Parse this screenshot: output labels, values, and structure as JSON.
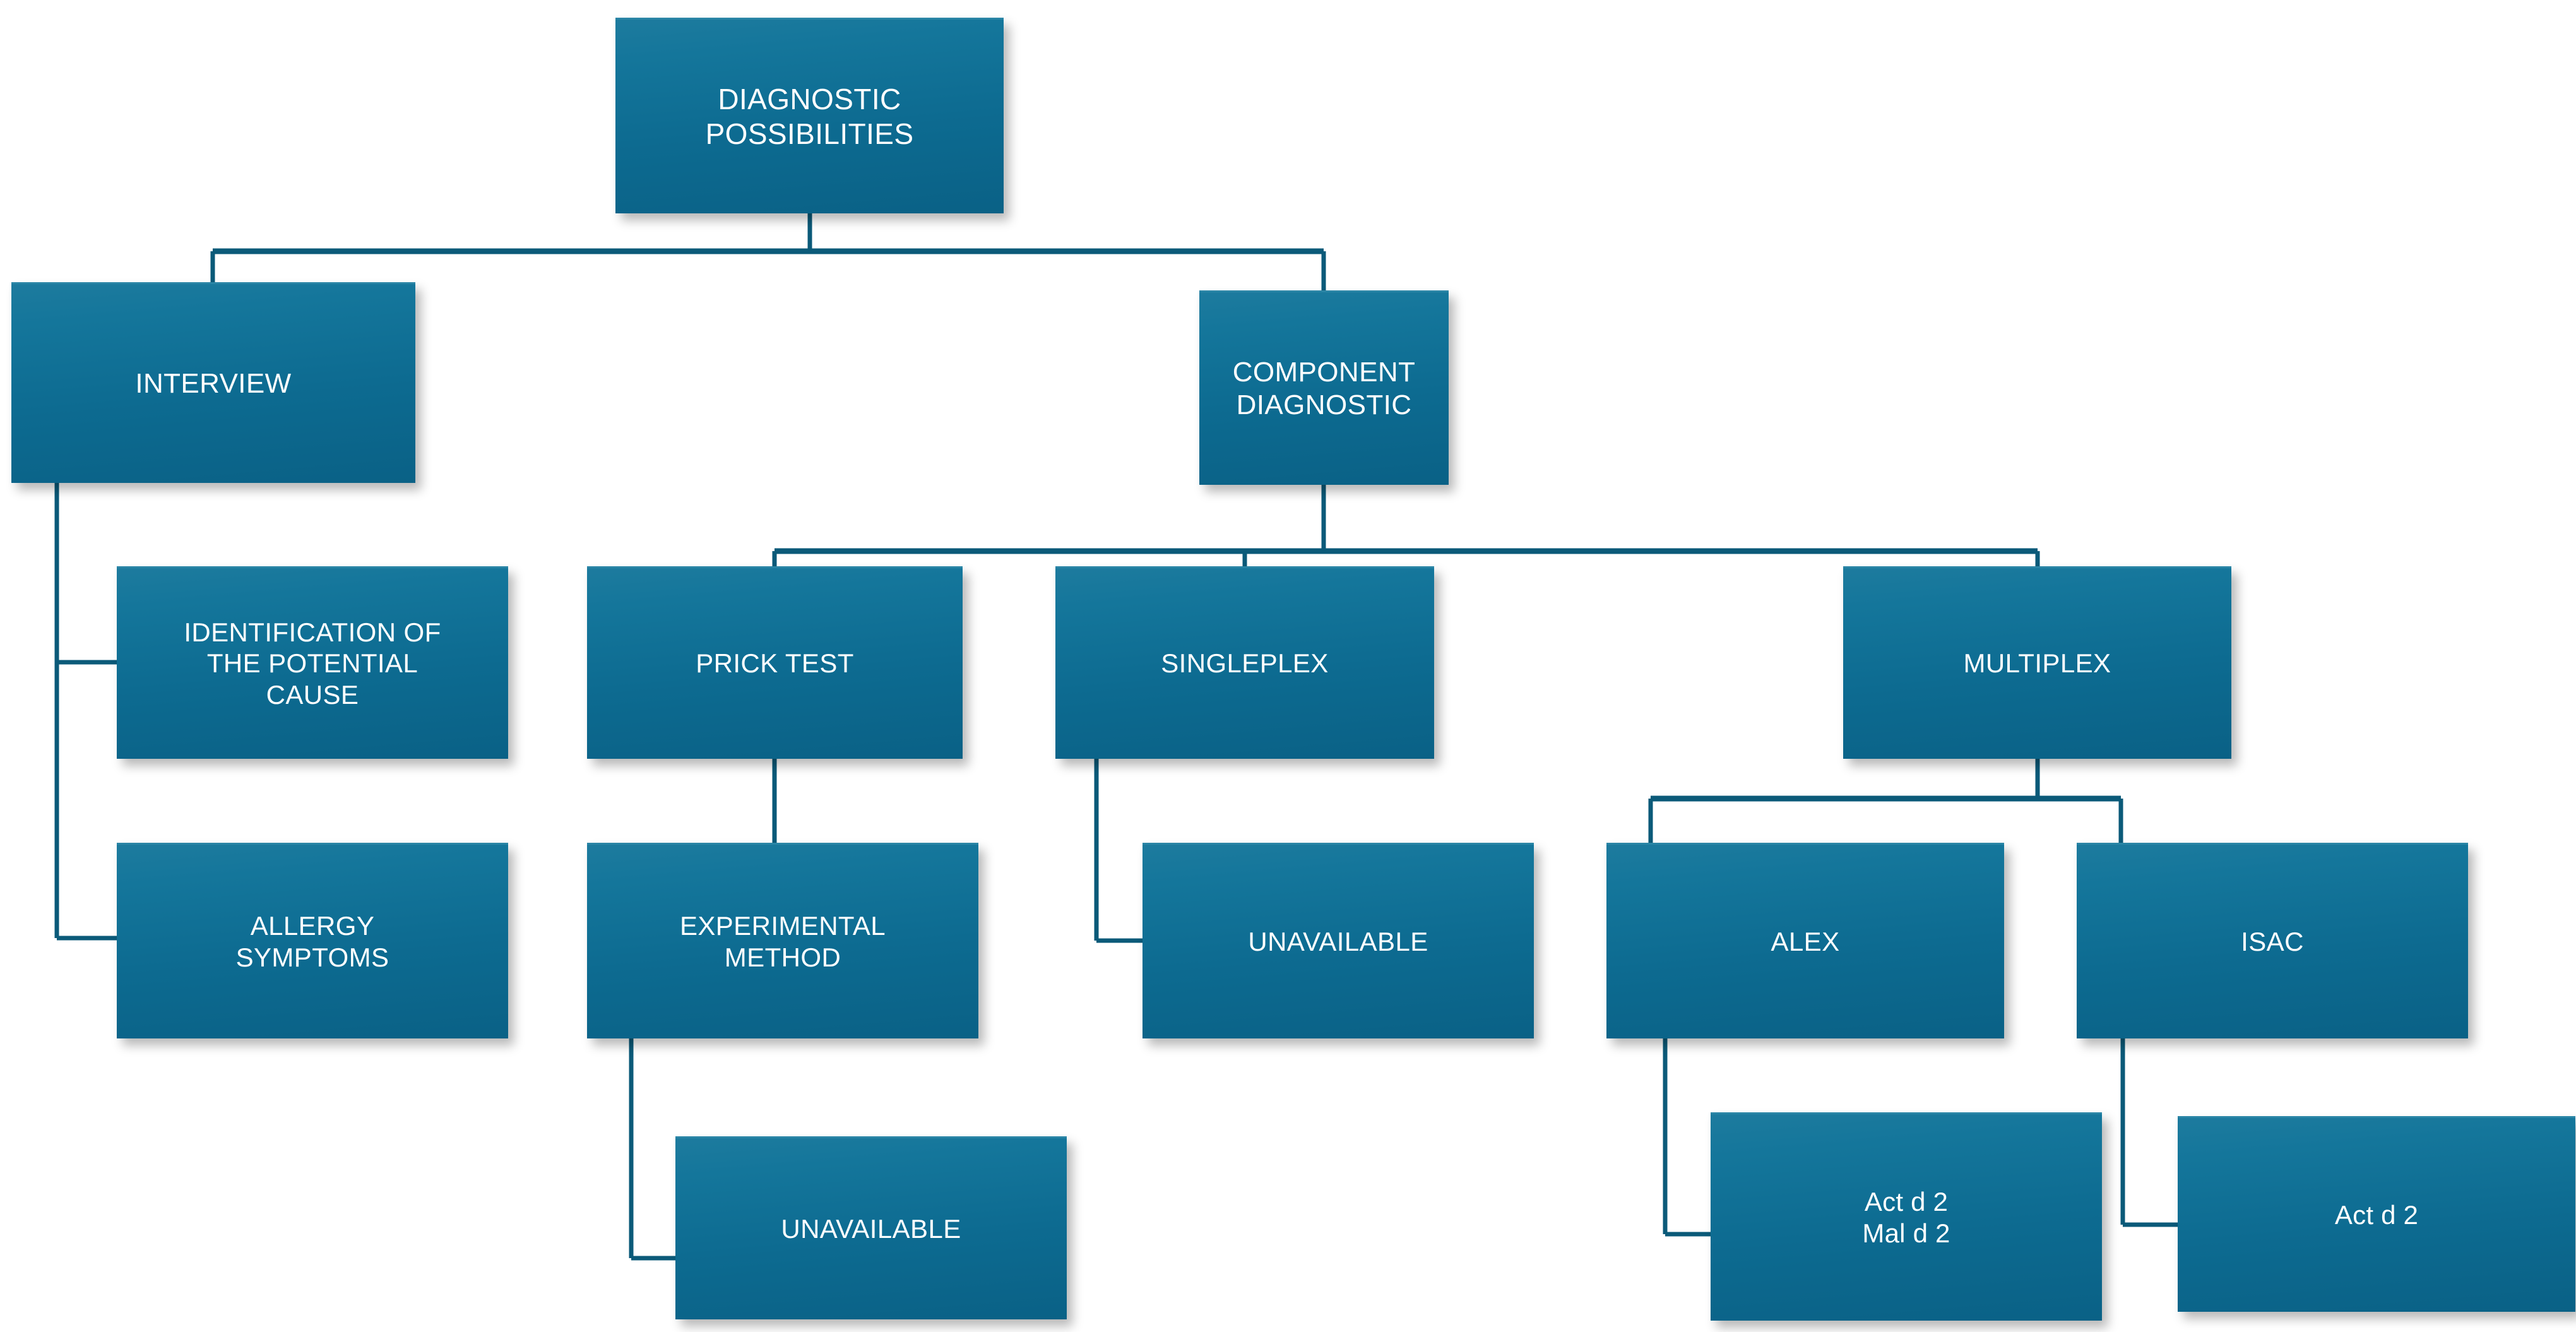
{
  "diagram": {
    "title": "Diagnostic possibilities tree",
    "accent_color": "#0d6b91",
    "accent_color_top": "#1d7b9e",
    "connector_color": "#0b5a79",
    "text_color": "#ffffff",
    "background_color": "#ffffff",
    "orientation": "top-down hierarchical tree"
  },
  "nodes": {
    "root": {
      "id": "diagnostic-possibilities",
      "label": "DIAGNOSTIC\nPOSSIBILITIES",
      "level": 1
    },
    "interview": {
      "id": "interview",
      "label": "INTERVIEW",
      "level": 2
    },
    "component": {
      "id": "component-diagnostic",
      "label": "COMPONENT\nDIAGNOSTIC",
      "level": 2
    },
    "identification": {
      "id": "identification-of-the-potential-cause",
      "label": "IDENTIFICATION OF\nTHE POTENTIAL\nCAUSE",
      "level": 3
    },
    "prick": {
      "id": "prick-test",
      "label": "PRICK TEST",
      "level": 3
    },
    "singleplex": {
      "id": "singleplex",
      "label": "SINGLEPLEX",
      "level": 3
    },
    "multiplex": {
      "id": "multiplex",
      "label": "MULTIPLEX",
      "level": 3
    },
    "allergy": {
      "id": "allergy-symptoms",
      "label": "ALLERGY\nSYMPTOMS",
      "level": 4
    },
    "experimental": {
      "id": "experimental-method",
      "label": "EXPERIMENTAL\nMETHOD",
      "level": 4
    },
    "unavailable_singleplex": {
      "id": "unavailable-singleplex",
      "label": "UNAVAILABLE",
      "level": 4
    },
    "alex": {
      "id": "alex",
      "label": "ALEX",
      "level": 4
    },
    "isac": {
      "id": "isac",
      "label": "ISAC",
      "level": 4
    },
    "unavailable_experimental": {
      "id": "unavailable-experimental",
      "label": "UNAVAILABLE",
      "level": 5
    },
    "alex_allergens": {
      "id": "alex-allergens",
      "label": "Act d 2\nMal d 2",
      "level": 5
    },
    "isac_allergens": {
      "id": "isac-allergens",
      "label": "Act d 2",
      "level": 5
    }
  },
  "edges": [
    {
      "from": "diagnostic-possibilities",
      "to": "interview"
    },
    {
      "from": "diagnostic-possibilities",
      "to": "component-diagnostic"
    },
    {
      "from": "interview",
      "to": "identification-of-the-potential-cause"
    },
    {
      "from": "interview",
      "to": "allergy-symptoms"
    },
    {
      "from": "component-diagnostic",
      "to": "prick-test"
    },
    {
      "from": "component-diagnostic",
      "to": "singleplex"
    },
    {
      "from": "component-diagnostic",
      "to": "multiplex"
    },
    {
      "from": "prick-test",
      "to": "experimental-method"
    },
    {
      "from": "singleplex",
      "to": "unavailable-singleplex"
    },
    {
      "from": "multiplex",
      "to": "alex"
    },
    {
      "from": "multiplex",
      "to": "isac"
    },
    {
      "from": "experimental-method",
      "to": "unavailable-experimental"
    },
    {
      "from": "alex",
      "to": "alex-allergens"
    },
    {
      "from": "isac",
      "to": "isac-allergens"
    }
  ]
}
